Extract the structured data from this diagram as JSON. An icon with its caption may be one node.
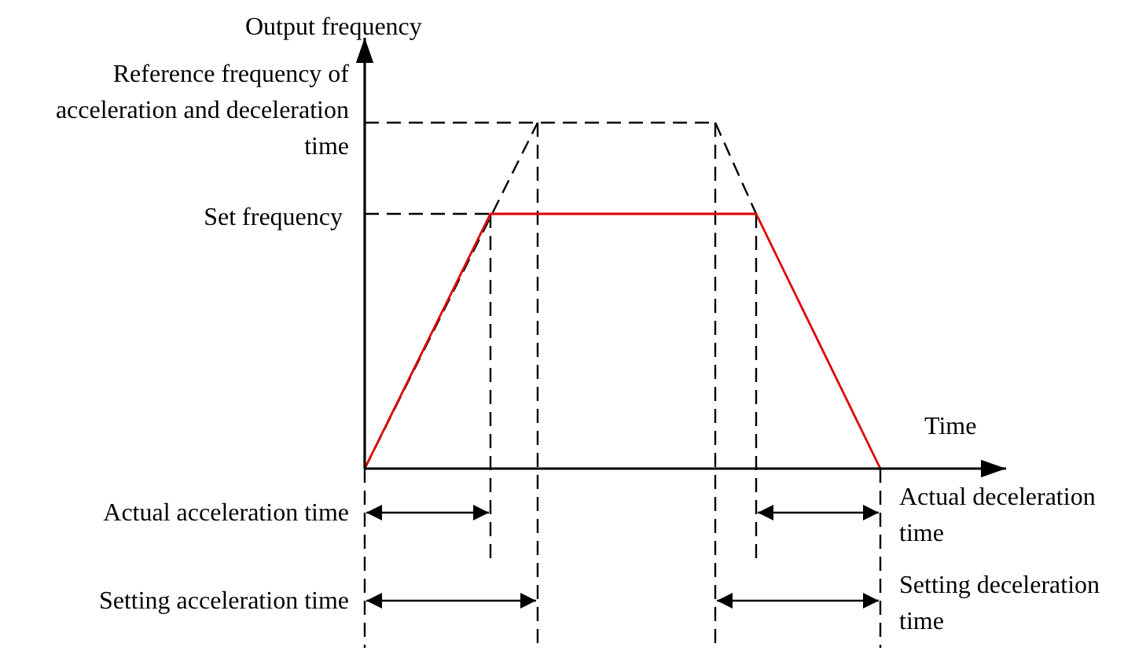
{
  "diagram": {
    "labels": [
      "Output frequency",
      "Reference frequency of acceleration and deceleration time",
      "Set frequency",
      "Time",
      "Actual acceleration time",
      "Actual deceleration time",
      "Setting acceleration time",
      "Setting deceleration time"
    ]
  }
}
